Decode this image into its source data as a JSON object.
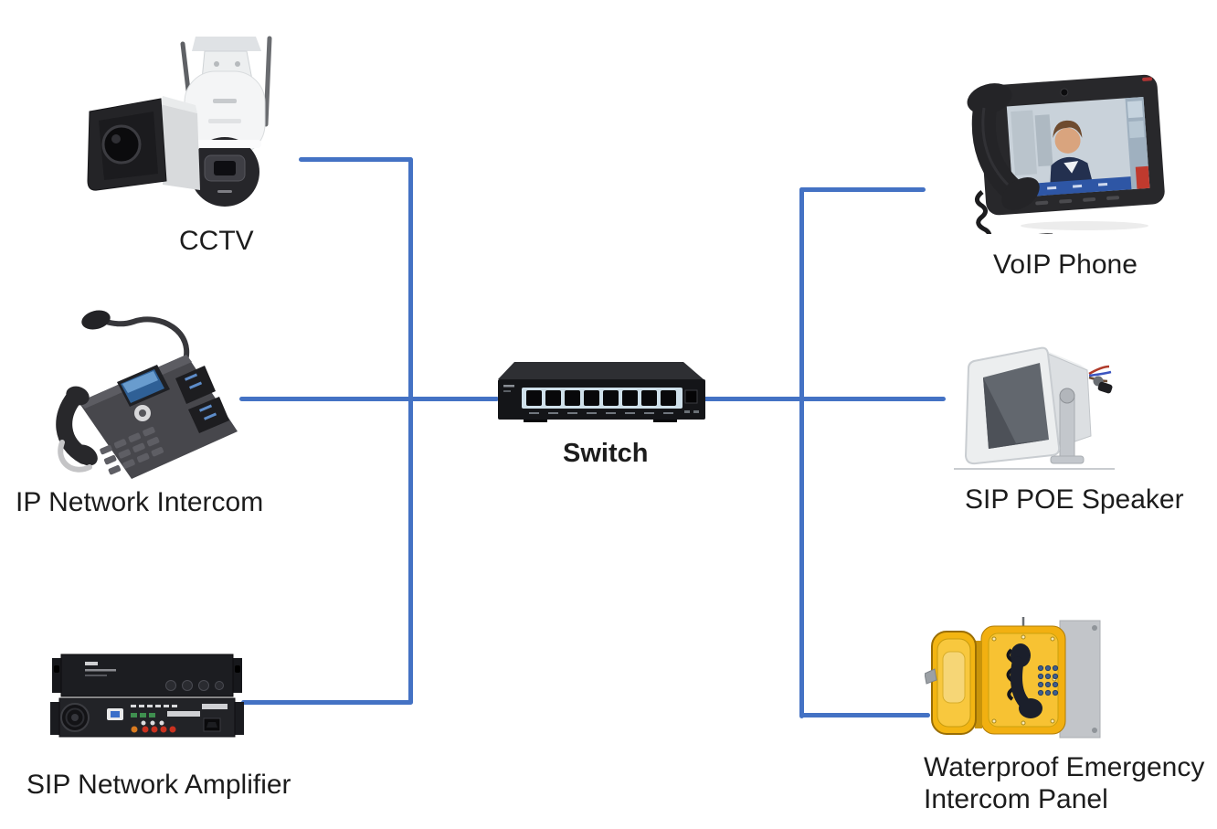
{
  "diagram": {
    "background_color": "#ffffff",
    "line_color": "#4472C4",
    "label_color": "#1c1c1c",
    "nodes": {
      "cctv": {
        "label": "CCTV",
        "image": "dual surveillance cameras (bullet camera and PTZ dome camera)"
      },
      "ip_network_intercom": {
        "label": "IP Network Intercom",
        "image": "desk intercom phone with gooseneck microphone"
      },
      "sip_network_amplifier": {
        "label": "SIP Network Amplifier",
        "image": "two stacked black rack amplifier units"
      },
      "switch": {
        "label": "Switch",
        "ports_visible": 8,
        "image": "8-port network switch"
      },
      "voip_phone": {
        "label": "VoIP Phone",
        "image": "video VoIP phone with handset and touchscreen showing a video call"
      },
      "sip_poe_speaker": {
        "label": "SIP POE Speaker",
        "image": "white horn speaker with mounting bracket and wires"
      },
      "waterproof_emergency_intercom_panel": {
        "label_line1": "Waterproof Emergency",
        "label_line2": "Intercom Panel",
        "image": "yellow weatherproof telephone box with open door and black handset"
      }
    },
    "connections": [
      {
        "from": "cctv",
        "to": "switch"
      },
      {
        "from": "ip_network_intercom",
        "to": "switch"
      },
      {
        "from": "sip_network_amplifier",
        "to": "switch"
      },
      {
        "from": "voip_phone",
        "to": "switch"
      },
      {
        "from": "sip_poe_speaker",
        "to": "switch"
      },
      {
        "from": "waterproof_emergency_intercom_panel",
        "to": "switch"
      }
    ]
  }
}
